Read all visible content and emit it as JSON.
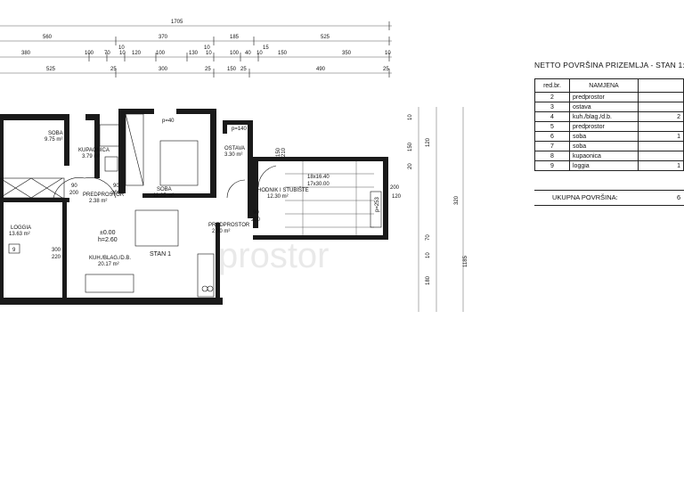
{
  "dims": {
    "row1": [
      "1705"
    ],
    "row2": [
      "560",
      "370",
      "185",
      "525",
      "10",
      "10",
      "15"
    ],
    "row3": [
      "380",
      "100",
      "70",
      "10",
      "120",
      "100",
      "130",
      "10",
      "100",
      "40",
      "10",
      "150",
      "350",
      "10"
    ],
    "row4": [
      "525",
      "25",
      "300",
      "25",
      "150",
      "25",
      "490",
      "25"
    ]
  },
  "rooms": {
    "soba1": {
      "name": "SOBA",
      "area": "9.75 m²"
    },
    "kupaonica": {
      "name": "KUPAONICA",
      "area": "3.79 m²"
    },
    "soba2": {
      "name": "SOBA",
      "area": "11.25 m²"
    },
    "ostava": {
      "name": "OSTAVA",
      "area": "3.30 m²"
    },
    "predprostor1": {
      "name": "PREDPROSTOR",
      "area": "2.38 m²"
    },
    "predprostor2": {
      "name": "PREDPROSTOR",
      "area": "2.80 m²"
    },
    "hodnik": {
      "name": "HODNIK I STUBIŠTE",
      "area": "12.30 m²"
    },
    "loggia": {
      "name": "LOGGIA",
      "area": "13.63 m²"
    },
    "kuhinja": {
      "name": "KUH./BLAG./D.B.",
      "area": "20.17 m²"
    },
    "stan": "STAN 1",
    "level": "±0.00",
    "height": "h=2.60",
    "loggia_num": "9",
    "stairs": "18x16.40",
    "stairs2": "17x30.00"
  },
  "plan_dims": {
    "p40": "p=40",
    "p140": "p=140",
    "p253": "p=253",
    "d90a": "90",
    "d200a": "200",
    "d90b": "90",
    "d200b": "200",
    "d90c": "90",
    "d200c": "200",
    "d300": "300",
    "d220": "220",
    "d150": "150",
    "d210": "210",
    "d200r": "200",
    "d120r": "120",
    "d1185": "1185",
    "d320": "320",
    "v10": "10",
    "v150": "150",
    "v20": "20",
    "v120": "120",
    "v180": "180",
    "v70": "70",
    "v10b": "10"
  },
  "area_table": {
    "title": "NETTO POVRŠINA PRIZEMLJA - STAN 1:",
    "col_no": "red.br.",
    "col_name": "NAMJENA",
    "rows": [
      {
        "no": "2",
        "name": "predprostor",
        "val": ""
      },
      {
        "no": "3",
        "name": "ostava",
        "val": ""
      },
      {
        "no": "4",
        "name": "kuh./blag./d.b.",
        "val": "2"
      },
      {
        "no": "5",
        "name": "predprostor",
        "val": ""
      },
      {
        "no": "6",
        "name": "soba",
        "val": "1"
      },
      {
        "no": "7",
        "name": "soba",
        "val": ""
      },
      {
        "no": "8",
        "name": "kupaonica",
        "val": ""
      },
      {
        "no": "9",
        "name": "loggia",
        "val": "1"
      }
    ],
    "total_label": "UKUPNA POVRŠINA:",
    "total_val": "6"
  },
  "watermark": "prostor"
}
